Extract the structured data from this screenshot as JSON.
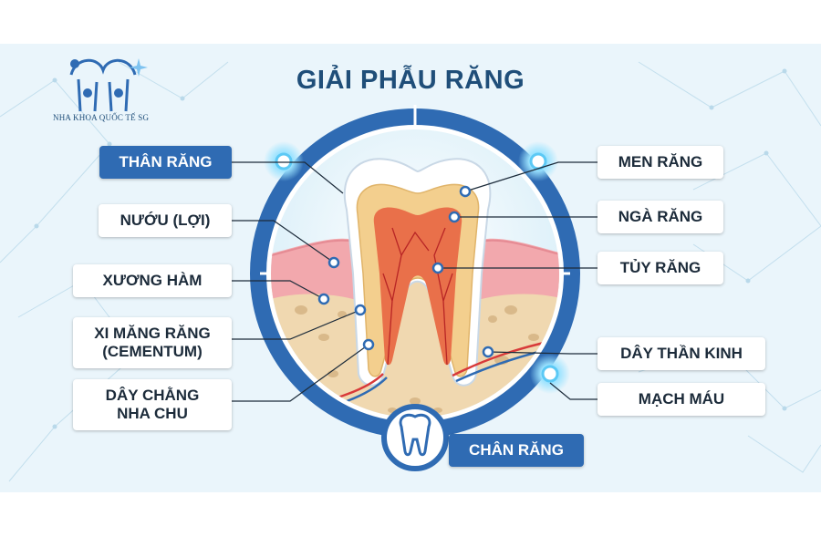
{
  "title": "GIẢI PHẪU RĂNG",
  "logo": {
    "text": "NHA KHOA QUỐC TẾ SG",
    "icon": "tooth-family-logo-icon"
  },
  "labels": {
    "than_rang": "THÂN RĂNG",
    "nuou": "NƯỚU (LỢI)",
    "xuong_ham": "XƯƠNG HÀM",
    "xi_mang_1": "XI MĂNG RĂNG",
    "xi_mang_2": "(CEMENTUM)",
    "day_chang_1": "DÂY CHẰNG",
    "day_chang_2": "NHA CHU",
    "men_rang": "MEN RĂNG",
    "nga_rang": "NGÀ RĂNG",
    "tuy_rang": "TỦY RĂNG",
    "day_than_kinh": "DÂY THẦN KINH",
    "mach_mau": "MẠCH MÁU",
    "chan_rang": "CHÂN RĂNG"
  },
  "colors": {
    "ring": "#2f6bb3",
    "title": "#1f4e79",
    "enamel": "#ffffff",
    "dentin": "#f3cf8e",
    "pulp": "#e9704a",
    "gum": "#f2a8ad",
    "bone": "#f0d8b0",
    "nerve": "#d83a3a",
    "vessel": "#2f6bb3"
  }
}
